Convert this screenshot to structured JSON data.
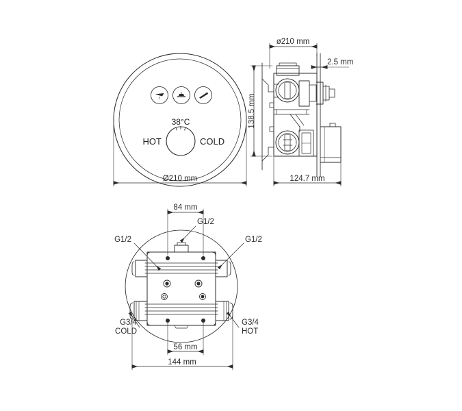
{
  "drawing": {
    "type": "technical-drawing",
    "subject": "concealed thermostatic shower mixer valve",
    "background_color": "#ffffff",
    "line_color": "#2b2b2b",
    "dimension_color": "#2e2e2e"
  },
  "views": {
    "front": {
      "name": "front-view",
      "faceplate_diameter_label": "Ø210 mm",
      "temperature_label": "38°C",
      "hot_label": "HOT",
      "cold_label": "COLD",
      "buttons": [
        {
          "name": "outlet-button-1",
          "icon": "shower-head-icon"
        },
        {
          "name": "outlet-button-2",
          "icon": "bathtub-icon"
        },
        {
          "name": "outlet-button-3",
          "icon": "hand-shower-icon"
        }
      ]
    },
    "side": {
      "name": "side-section-view",
      "plate_diameter_label": "ø210 mm",
      "plate_thickness_label": "2.5 mm",
      "height_label": "138.5 mm",
      "depth_label": "124.7 mm"
    },
    "bottom": {
      "name": "bottom-view",
      "top_spacing_label": "84 mm",
      "inner_spacing_label": "56 mm",
      "overall_width_label": "144 mm",
      "ports": [
        {
          "name": "port-top-center",
          "label": "G1/2"
        },
        {
          "name": "port-left-upper",
          "label": "G1/2"
        },
        {
          "name": "port-right-upper",
          "label": "G1/2"
        },
        {
          "name": "port-left-lower",
          "label": "G3/4",
          "sub": "COLD"
        },
        {
          "name": "port-right-lower",
          "label": "G3/4",
          "sub": "HOT"
        }
      ]
    }
  }
}
